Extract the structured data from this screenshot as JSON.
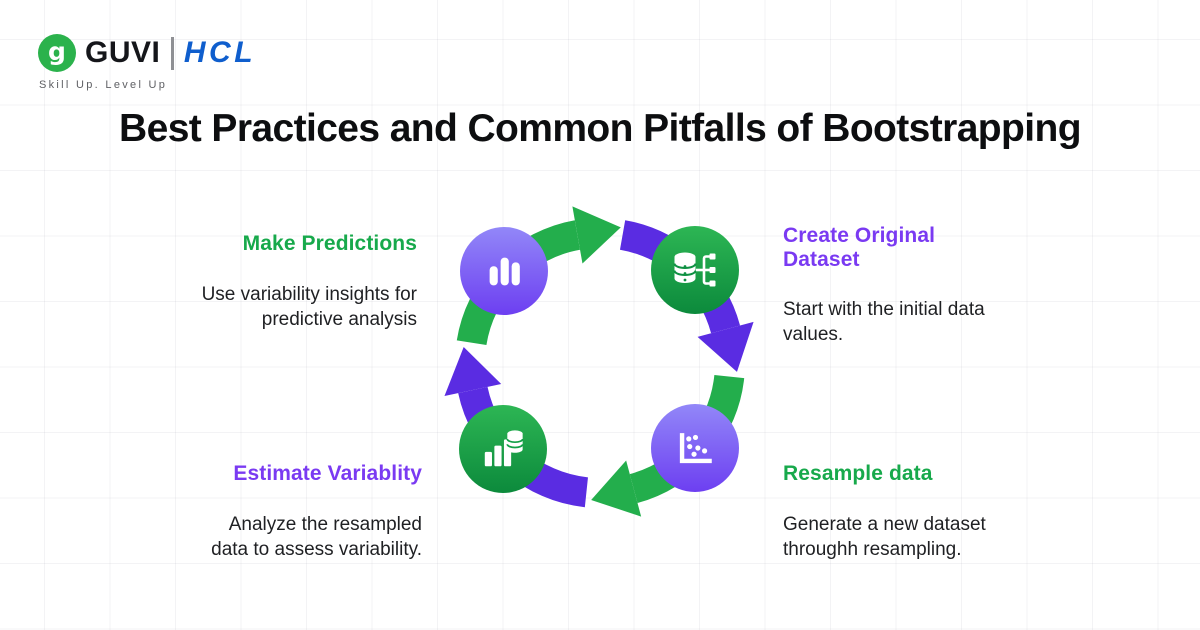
{
  "logo": {
    "brand": "GUVI",
    "partner": "HCL",
    "tagline": "Skill Up. Level Up",
    "glyph": "g"
  },
  "title": "Best Practices and Common Pitfalls of Bootstrapping",
  "colors": {
    "green": "#23ae4c",
    "purple": "#5a2ce2",
    "green_heading": "#17a94b",
    "purple_heading": "#7a3af2",
    "node_purple_top": "#9287f8",
    "node_purple_bottom": "#6d3ff1",
    "node_green_top": "#2db654",
    "node_green_bottom": "#0c8a3c",
    "guvi_green": "#2bb24c",
    "hcl_blue": "#0f5ecd"
  },
  "diagram": {
    "nodes": [
      {
        "icon": "bar-chart-icon",
        "color": "purple",
        "position": "top-left"
      },
      {
        "icon": "database-branch-icon",
        "color": "green",
        "position": "top-right"
      },
      {
        "icon": "scatter-plot-icon",
        "color": "purple",
        "position": "bottom-right"
      },
      {
        "icon": "bars-database-icon",
        "color": "green",
        "position": "bottom-left"
      }
    ]
  },
  "steps": [
    {
      "title": "Make Predictions",
      "body": "Use variability insights for\npredictive analysis",
      "accent": "green"
    },
    {
      "title": "Create Original\nDataset",
      "body": "Start with the initial data\nvalues.",
      "accent": "purple"
    },
    {
      "title": "Estimate Variablity",
      "body": "Analyze the resampled\ndata to assess variability.",
      "accent": "purple"
    },
    {
      "title": "Resample data",
      "body": "Generate a new dataset\nthroughh resampling.",
      "accent": "green"
    }
  ]
}
